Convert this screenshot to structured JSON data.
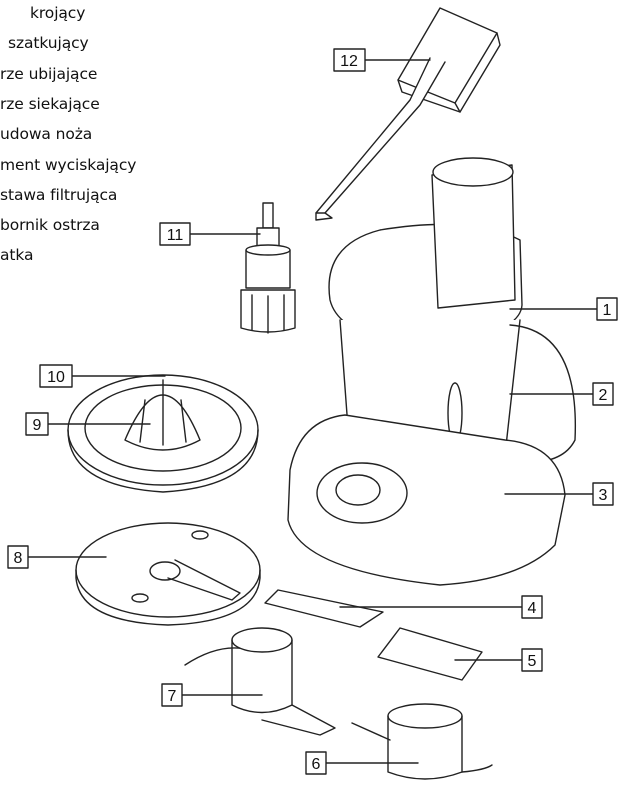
{
  "legend": [
    "krojący",
    "szatkujący",
    "rze ubijające",
    "rze siekające",
    "udowa noża",
    "ment wyciskający",
    "stawa filtrująca",
    "bornik ostrza",
    "atka"
  ],
  "callouts": [
    "1",
    "2",
    "3",
    "4",
    "5",
    "6",
    "7",
    "8",
    "9",
    "10",
    "11",
    "12"
  ]
}
